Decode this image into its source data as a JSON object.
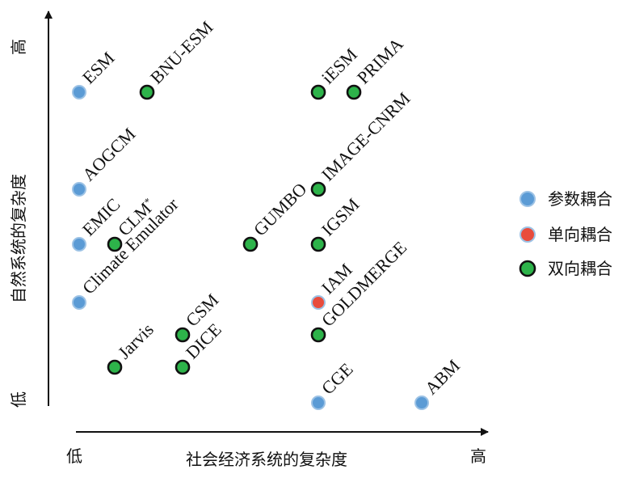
{
  "chart_data": {
    "type": "scatter",
    "xlabel": "社会经济系统的复杂度",
    "ylabel": "自然系统的复杂度",
    "x_low_label": "低",
    "x_high_label": "高",
    "y_low_label": "低",
    "y_high_label": "高",
    "legend": {
      "placement": "right",
      "items": [
        {
          "key": "param",
          "label": "参数耦合"
        },
        {
          "key": "oneway",
          "label": "单向耦合"
        },
        {
          "key": "twoway",
          "label": "双向耦合"
        }
      ]
    },
    "colors": {
      "param_fill": "#5b9bd5",
      "param_edge": "#9cc2e5",
      "oneway_fill": "#e84c3d",
      "oneway_edge": "#9cc2e5",
      "twoway_fill": "#2db34a",
      "twoway_edge": "#111111"
    },
    "points": [
      {
        "label": "ESM",
        "type": "param",
        "x": 0.0,
        "y": 9.6
      },
      {
        "label": "BNU-ESM",
        "type": "twoway",
        "x": 2.1,
        "y": 9.6
      },
      {
        "label": "iESM",
        "type": "twoway",
        "x": 7.4,
        "y": 9.6
      },
      {
        "label": "PRIMA",
        "type": "twoway",
        "x": 8.5,
        "y": 9.6
      },
      {
        "label": "AOGCM",
        "type": "param",
        "x": 0.0,
        "y": 6.6
      },
      {
        "label": "IMAGE-CNRM",
        "type": "twoway",
        "x": 7.4,
        "y": 6.6
      },
      {
        "label": "EMIC",
        "type": "param",
        "x": 0.0,
        "y": 4.9
      },
      {
        "label": "CLM*",
        "type": "twoway",
        "x": 1.1,
        "y": 4.9
      },
      {
        "label": "GUMBO",
        "type": "twoway",
        "x": 5.3,
        "y": 4.9
      },
      {
        "label": "IGSM",
        "type": "twoway",
        "x": 7.4,
        "y": 4.9
      },
      {
        "label": "Climate Emulator",
        "type": "param",
        "x": 0.0,
        "y": 3.1
      },
      {
        "label": "IAM",
        "type": "oneway",
        "x": 7.4,
        "y": 3.1
      },
      {
        "label": "CSM",
        "type": "twoway",
        "x": 3.2,
        "y": 2.1
      },
      {
        "label": "GOLDMERGE",
        "type": "twoway",
        "x": 7.4,
        "y": 2.1
      },
      {
        "label": "Jarvis",
        "type": "twoway",
        "x": 1.1,
        "y": 1.1
      },
      {
        "label": "DICE",
        "type": "twoway",
        "x": 3.2,
        "y": 1.1
      },
      {
        "label": "CGE",
        "type": "param",
        "x": 7.4,
        "y": 0.0
      },
      {
        "label": "ABM",
        "type": "param",
        "x": 10.6,
        "y": 0.0
      }
    ]
  }
}
